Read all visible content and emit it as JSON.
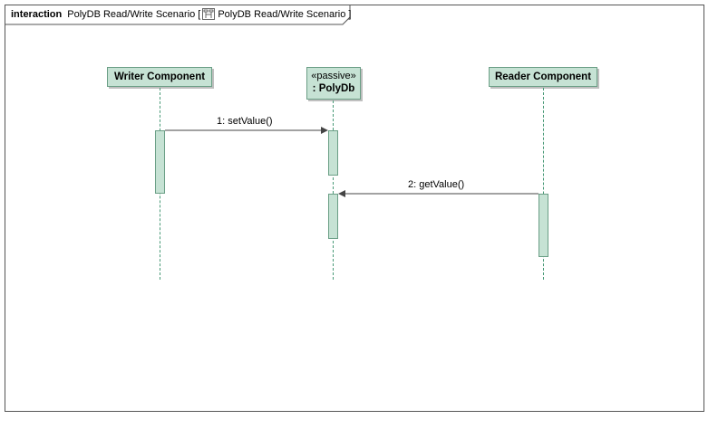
{
  "frame": {
    "keyword": "interaction",
    "name": "PolyDB Read/Write Scenario",
    "bracket_open": "[",
    "diagram_ref": "PolyDB Read/Write Scenario",
    "bracket_close": "]",
    "icon": "sequence-diagram-icon"
  },
  "lifelines": {
    "writer": {
      "label": "Writer Component"
    },
    "polydb": {
      "stereotype": "«passive»",
      "label": ": PolyDb"
    },
    "reader": {
      "label": "Reader Component"
    }
  },
  "messages": [
    {
      "label": "1: setValue()",
      "from": "Writer Component",
      "to": ": PolyDb"
    },
    {
      "label": "2: getValue()",
      "from": "Reader Component",
      "to": ": PolyDb"
    }
  ],
  "colors": {
    "lifeline_fill": "#c6e2d4",
    "lifeline_border": "#6b9f86",
    "lifeline_dash": "#4a9a78"
  }
}
